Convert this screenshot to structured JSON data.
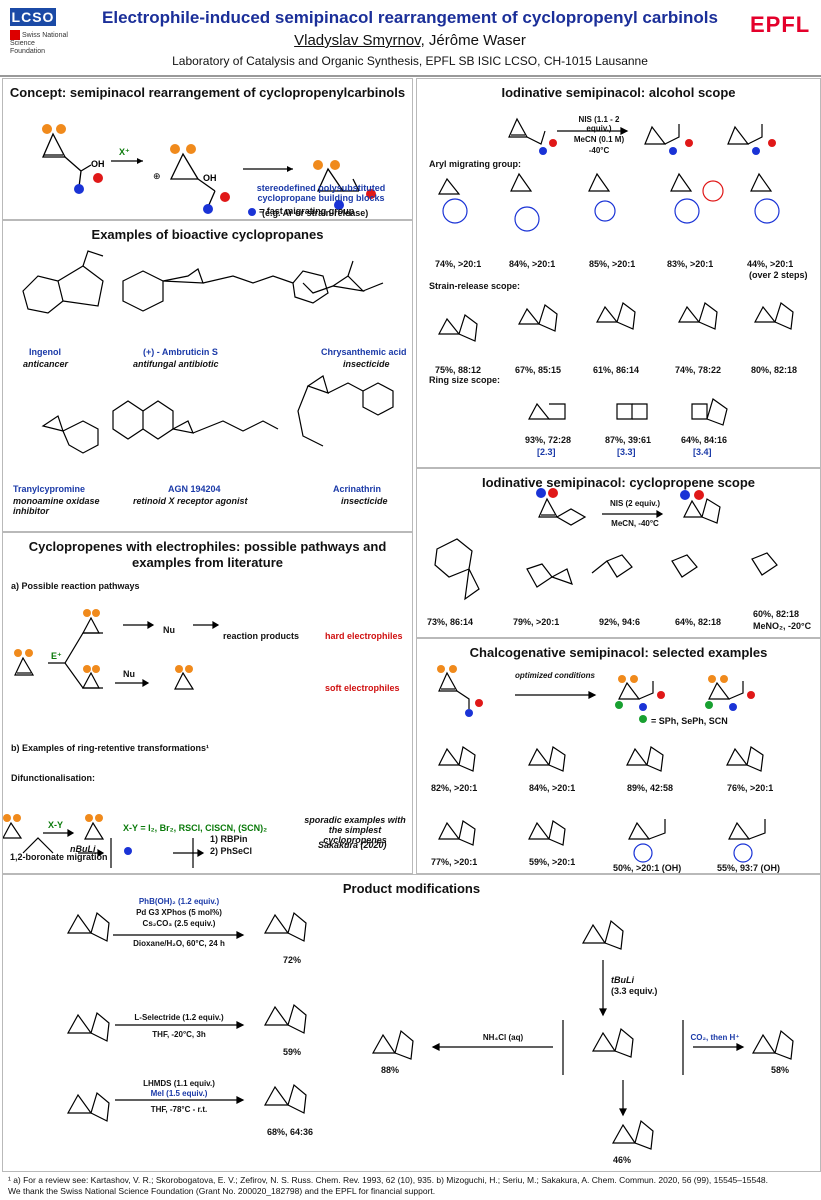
{
  "header": {
    "logo_left": "LCSO",
    "logo_left_sub": "Swiss National Science Foundation",
    "logo_right": "EPFL",
    "title": "Electrophile-induced semipinacol rearrangement of cyclopropenyl carbinols",
    "author1": "Vladyslav Smyrnov",
    "author_sep": ", ",
    "author2": "Jérôme Waser",
    "affiliation": "Laboratory of Catalysis and Organic Synthesis, EPFL SB ISIC LCSO, CH-1015 Lausanne"
  },
  "concept": {
    "title": "Concept: semipinacol rearrangement of cyclopropenylcarbinols",
    "reagent": "X⁺",
    "product_note": "stereodefined polysubstituted cyclopropane building blocks",
    "legend": "= fast migrating group",
    "legend2": "(e.g. Ar or strain-release)"
  },
  "bioactive": {
    "title": "Examples of bioactive cyclopropanes",
    "items": [
      {
        "name": "Ingenol",
        "desc": "anticancer"
      },
      {
        "name": "(+) - Ambruticin S",
        "desc": "antifungal antibiotic"
      },
      {
        "name": "Chrysanthemic acid",
        "desc": "insecticide"
      },
      {
        "name": "Tranylcypromine",
        "desc": "monoamine oxidase inhibitor"
      },
      {
        "name": "AGN 194204",
        "desc": "retinoid X receptor agonist"
      },
      {
        "name": "Acrinathrin",
        "desc": "insecticide"
      }
    ]
  },
  "cyclopropenes": {
    "title": "Cyclopropenes with electrophiles: possible pathways and examples from literature",
    "sub_a": "a) Possible reaction pathways",
    "eplus": "E⁺",
    "nu1": "Nu",
    "nu2": "Nu",
    "reaction_products": "reaction products",
    "hard": "hard electrophiles",
    "soft": "soft electrophiles",
    "sub_b": "b) Examples of ring-retentive transformations¹",
    "difunct": "Difunctionalisation:",
    "xy": "X-Y",
    "xy_list": "X-Y = I₂, Br₂, RSCl, ClSCN, (SCN)₂",
    "sporadic": "sporadic examples with the simplest cyclopropenes",
    "boronate": "1,2-boronate migration",
    "nbuli": "nBuLi",
    "step1": "1) RBPin",
    "step2": "2) PhSeCl",
    "sakakura": "Sakakura (2020)"
  },
  "alcohol_scope": {
    "title": "Iodinative semipinacol: alcohol scope",
    "reagent1": "NIS (1.1 - 2 equiv.)",
    "reagent2": "MeCN (0.1 M)",
    "reagent3": "-40°C",
    "aryl_label": "Aryl migrating group:",
    "aryl_yields": [
      "74%, >20:1",
      "84%, >20:1",
      "85%, >20:1",
      "83%, >20:1",
      "44%, >20:1"
    ],
    "aryl_note": "(over 2 steps)",
    "strain_label": "Strain-release scope:",
    "strain_yields": [
      "75%, 88:12",
      "67%, 85:15",
      "61%, 86:14",
      "74%, 78:22",
      "80%, 82:18"
    ],
    "ring_label": "Ring size scope:",
    "ring_yields": [
      "93%, 72:28",
      "87%, 39:61",
      "64%, 84:16"
    ],
    "ring_tags": [
      "[2.3]",
      "[3.3]",
      "[3.4]"
    ]
  },
  "cyclopropene_scope": {
    "title": "Iodinative semipinacol: cyclopropene scope",
    "reagent1": "NIS (2 equiv.)",
    "reagent2": "MeCN, -40°C",
    "yields": [
      "73%, 86:14",
      "79%, >20:1",
      "92%, 94:6",
      "64%, 82:18",
      "60%, 82:18"
    ],
    "last_note": "MeNO₂, -20°C"
  },
  "chalcogen": {
    "title": "Chalcogenative semipinacol: selected examples",
    "conditions": "optimized conditions",
    "legend": "= SPh, SePh, SCN",
    "yields_row1": [
      "82%, >20:1",
      "84%, >20:1",
      "89%, 42:58",
      "76%, >20:1"
    ],
    "yields_row2": [
      "77%, >20:1",
      "59%, >20:1",
      "50%, >20:1 (OH)",
      "55%, 93:7 (OH)"
    ]
  },
  "modifications": {
    "title": "Product modifications",
    "suzuki": [
      "PhB(OH)₂ (1.2 equiv.)",
      "Pd G3 XPhos (5 mol%)",
      "Cs₂CO₃ (2.5 equiv.)",
      "Dioxane/H₂O, 60°C, 24 h"
    ],
    "suzuki_yield": "72%",
    "reduction": [
      "L-Selectride (1.2 equiv.)",
      "THF, -20°C, 3h"
    ],
    "reduction_yield": "59%",
    "methylation": [
      "LHMDS (1.1 equiv.)",
      "MeI (1.5 equiv.)",
      "THF, -78°C - r.t."
    ],
    "methylation_yield": "68%, 64:36",
    "tbuli": [
      "tBuLi",
      "(3.3 equiv.)"
    ],
    "nh4cl": "NH₄Cl (aq)",
    "nh4cl_yield": "88%",
    "co2": "CO₂, then H⁺",
    "co2_yield": "58%",
    "benzophenone_yield": "46%"
  },
  "footnote": {
    "line1": "¹ a) For a review see: Kartashov, V. R.; Skorobogatova, E. V.; Zefirov, N. S. Russ. Chem. Rev. 1993, 62 (10), 935. b) Mizoguchi, H.; Seriu, M.; Sakakura, A. Chem. Commun. 2020, 56 (99), 15545–15548.",
    "line2": "We thank the Swiss National Science Foundation (Grant No. 200020_182798) and the EPFL for financial support."
  },
  "colors": {
    "title_blue": "#1b2f99",
    "epfl_red": "#e4002b",
    "orange": "#f08a1c",
    "blue_dot": "#1a33d6",
    "red_dot": "#e01818",
    "green_dot": "#18a030"
  }
}
